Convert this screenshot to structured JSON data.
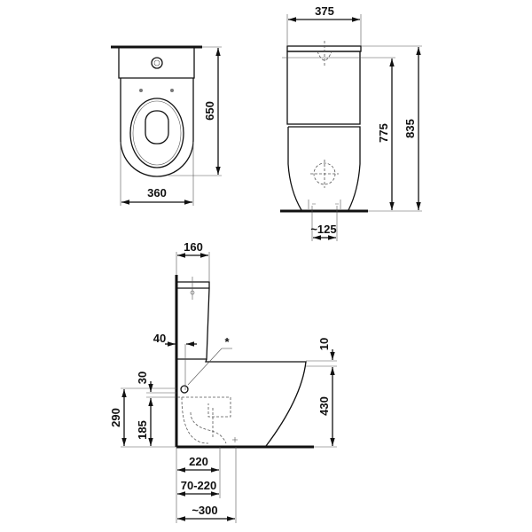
{
  "top_view": {
    "width": "360",
    "depth": "650"
  },
  "front_view": {
    "width": "375",
    "height_total": "835",
    "height_tank": "775",
    "fixing_distance": "~125"
  },
  "side_view": {
    "tank_depth": "160",
    "wall_gap": "40",
    "note_marker": "*",
    "seat_offset": "10",
    "seat_height": "430",
    "inlet_offset": "30",
    "inlet_height": "290",
    "outlet_height": "185",
    "outlet_distance": "220",
    "outlet_range": "70-220",
    "total_distance": "~300"
  },
  "colors": {
    "line": "#111111"
  }
}
